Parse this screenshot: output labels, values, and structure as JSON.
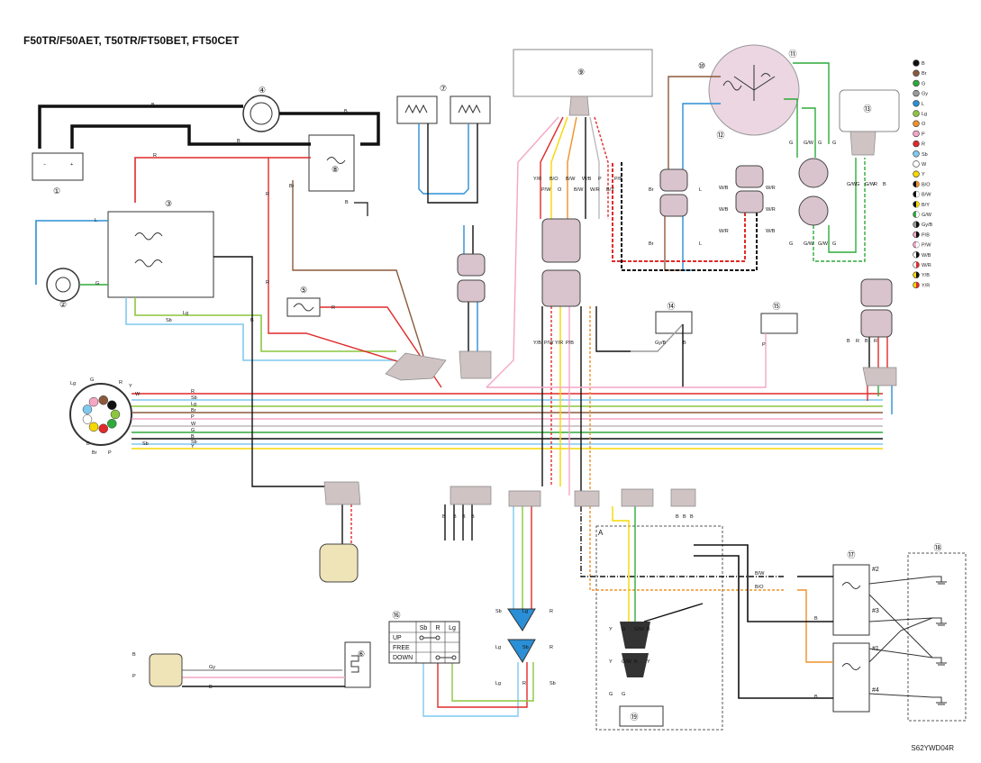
{
  "header": {
    "title": "F50TR/F50AET, T50TR/FT50BET, FT50CET",
    "diagram_code": "S62YWD04R"
  },
  "components": [
    "①",
    "②",
    "③",
    "④",
    "⑤",
    "⑥",
    "⑦",
    "⑧",
    "⑨",
    "⑩",
    "⑪",
    "⑫",
    "⑬",
    "⑭",
    "⑮",
    "⑯",
    "⑰",
    "⑱",
    "⑲"
  ],
  "callout_A": "A",
  "battery_signs": {
    "minus": "−",
    "plus": "+"
  },
  "legend": [
    {
      "code": "B",
      "color": "#111111",
      "color2": ""
    },
    {
      "code": "Br",
      "color": "#8B5a3c",
      "color2": ""
    },
    {
      "code": "G",
      "color": "#2eaa3a",
      "color2": ""
    },
    {
      "code": "Gy",
      "color": "#9a9a9a",
      "color2": ""
    },
    {
      "code": "L",
      "color": "#2a8fd6",
      "color2": ""
    },
    {
      "code": "Lg",
      "color": "#8cc63f",
      "color2": ""
    },
    {
      "code": "O",
      "color": "#f0922a",
      "color2": ""
    },
    {
      "code": "P",
      "color": "#f4a6c6",
      "color2": ""
    },
    {
      "code": "R",
      "color": "#e02a2a",
      "color2": ""
    },
    {
      "code": "Sb",
      "color": "#7fc9ef",
      "color2": ""
    },
    {
      "code": "W",
      "color": "#ffffff",
      "color2": ""
    },
    {
      "code": "Y",
      "color": "#f5d800",
      "color2": ""
    },
    {
      "code": "B/O",
      "color": "#111111",
      "color2": "#f0922a"
    },
    {
      "code": "B/W",
      "color": "#111111",
      "color2": "#ffffff"
    },
    {
      "code": "B/Y",
      "color": "#111111",
      "color2": "#f5d800"
    },
    {
      "code": "G/W",
      "color": "#2eaa3a",
      "color2": "#ffffff"
    },
    {
      "code": "Gy/B",
      "color": "#9a9a9a",
      "color2": "#111111"
    },
    {
      "code": "P/B",
      "color": "#f4a6c6",
      "color2": "#111111"
    },
    {
      "code": "P/W",
      "color": "#f4a6c6",
      "color2": "#ffffff"
    },
    {
      "code": "W/B",
      "color": "#ffffff",
      "color2": "#111111"
    },
    {
      "code": "W/R",
      "color": "#ffffff",
      "color2": "#e02a2a"
    },
    {
      "code": "Y/B",
      "color": "#f5d800",
      "color2": "#111111"
    },
    {
      "code": "Y/R",
      "color": "#f5d800",
      "color2": "#e02a2a"
    }
  ],
  "trim_switch_table": {
    "headers": [
      "",
      "Sb",
      "R",
      "Lg"
    ],
    "rows": [
      "UP",
      "FREE",
      "DOWN"
    ]
  },
  "spark_plug_labels": [
    "#2",
    "#3",
    "#1",
    "#4"
  ],
  "main_harness_wire_labels": [
    "R",
    "Sb",
    "Lg",
    "Br",
    "P",
    "W",
    "G",
    "B",
    "Sb",
    "Y"
  ],
  "main_plug_pin_labels": [
    "Lg",
    "G",
    "R",
    "Y",
    "W",
    "Sb",
    "P",
    "Br",
    "B"
  ],
  "wire_labels": {
    "battery_neg": "B",
    "battery_pos_red": "R",
    "starter_relay_r": "R",
    "starter_to_relay": "B",
    "relay_b": "B",
    "relay_br": "Br",
    "relay_r": "R",
    "fuse_r": "R",
    "key_l": "L",
    "key_lg": "Lg",
    "key_sb": "Sb",
    "key_g": "G",
    "ign_b": "B",
    "cdi_lower_labels": [
      "Y/B",
      "P/W",
      "Y/R",
      "P/B"
    ],
    "cdi_top_labels": [
      "Y/R",
      "P/W",
      "B/O",
      "O",
      "B/W",
      "B/W",
      "W/B",
      "W/R",
      "P",
      "B/Y",
      "P/B"
    ],
    "pulser_labels": [
      "Br",
      "L",
      "Br",
      "L"
    ],
    "lighting_labels": [
      "W/B",
      "W/R",
      "W/B",
      "W/R",
      "W/R",
      "W/B"
    ],
    "rect_labels": [
      "G",
      "G/W",
      "G",
      "G",
      "G",
      "G/W",
      "G/W",
      "G"
    ],
    "reg_labels": [
      "G/W",
      "G",
      "G/W",
      "R",
      "B",
      "B",
      "R",
      "B",
      "R"
    ],
    "trim_sensor": [
      "B",
      "P",
      "Gy",
      "B"
    ],
    "ign_coil": [
      "B/W",
      "B/O",
      "B",
      "B"
    ],
    "tilt_plug": [
      "Sb",
      "Lg",
      "R",
      "Lg",
      "Sb",
      "R",
      "Lg",
      "R",
      "Sb"
    ],
    "thermo": [
      "Gy/B",
      "B",
      "P"
    ],
    "grounds": [
      "B",
      "B",
      "B",
      "B",
      "B",
      "B",
      "B"
    ],
    "sensor19": [
      "Y",
      "G",
      "G/W",
      "B",
      "Y",
      "G/W",
      "B",
      "Y",
      "G",
      "G"
    ]
  }
}
